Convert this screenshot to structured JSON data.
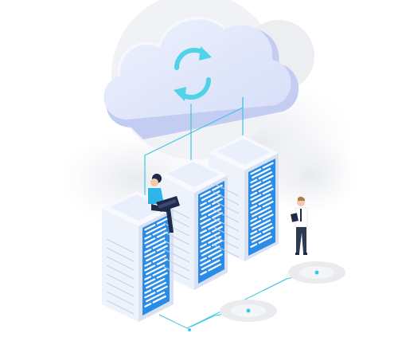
{
  "illustration": {
    "subject": "cloud-server-sync",
    "cloud_icon": "sync-arrows-icon",
    "server_count": 3,
    "people": [
      "woman-with-laptop",
      "man-with-tablet"
    ]
  },
  "colors": {
    "cloud": "#dfe6fb",
    "cloud_shade": "#c6d1f3",
    "sync_icon": "#4fd3e8",
    "server_body": "#f2f5fc",
    "server_side": "#d9e1f2",
    "panel_blue": "#2a8ce6",
    "connector": "#3ec7e3"
  }
}
